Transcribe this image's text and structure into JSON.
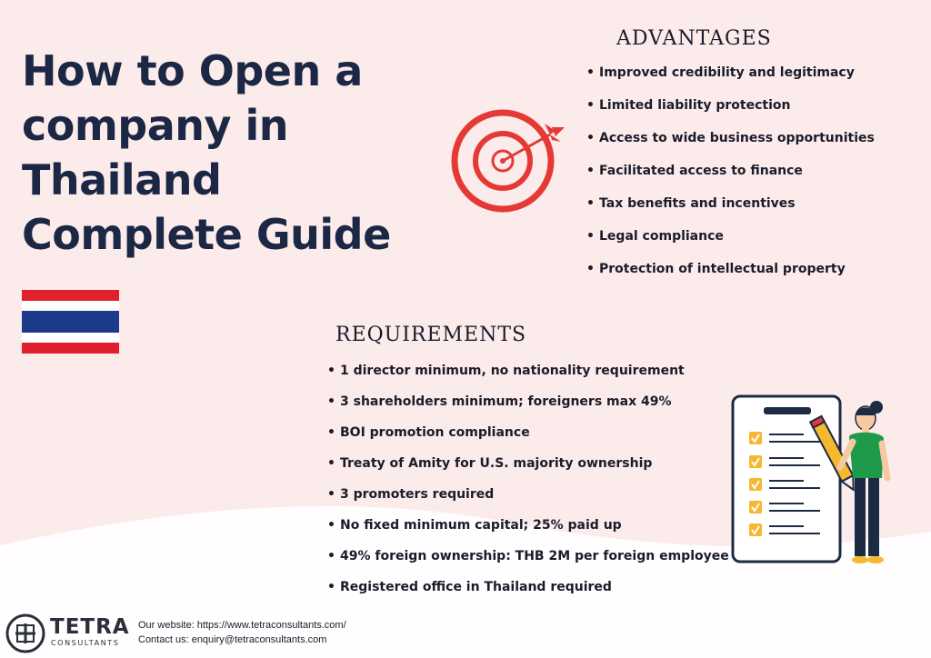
{
  "title_lines": [
    "How to Open a",
    "company in",
    "Thailand",
    "Complete Guide"
  ],
  "advantages": {
    "heading": "ADVANTAGES",
    "items": [
      "Improved credibility and legitimacy",
      "Limited liability protection",
      "Access to wide business opportunities",
      "Facilitated access to finance",
      "Tax benefits and incentives",
      "Legal compliance",
      "Protection of intellectual property"
    ]
  },
  "requirements": {
    "heading": "REQUIREMENTS",
    "items": [
      "1 director minimum, no nationality requirement",
      "3 shareholders minimum; foreigners max 49%",
      "BOI promotion compliance",
      "Treaty of Amity for U.S. majority ownership",
      "3 promoters required",
      "No fixed minimum capital; 25% paid up",
      "49% foreign ownership: THB 2M per foreign employee",
      "Registered office in Thailand required"
    ]
  },
  "footer": {
    "logo_text": "TETRA",
    "logo_sub": "CONSULTANTS",
    "website_line": "Our website: https://www.tetraconsultants.com/",
    "contact_line": "Contact us: enquiry@tetraconsultants.com"
  },
  "icons": {
    "flag": "thailand-flag-icon",
    "target": "target-dart-icon",
    "illustration": "checklist-person-icon",
    "logo": "tetra-logo-icon"
  },
  "colors": {
    "background": "#fbeceb",
    "title": "#1b2744",
    "target_red": "#e53935",
    "flag_red": "#e2202c",
    "flag_blue": "#1d3a8a",
    "check_yellow": "#f5b82e",
    "shirt_green": "#1f9a4a"
  }
}
